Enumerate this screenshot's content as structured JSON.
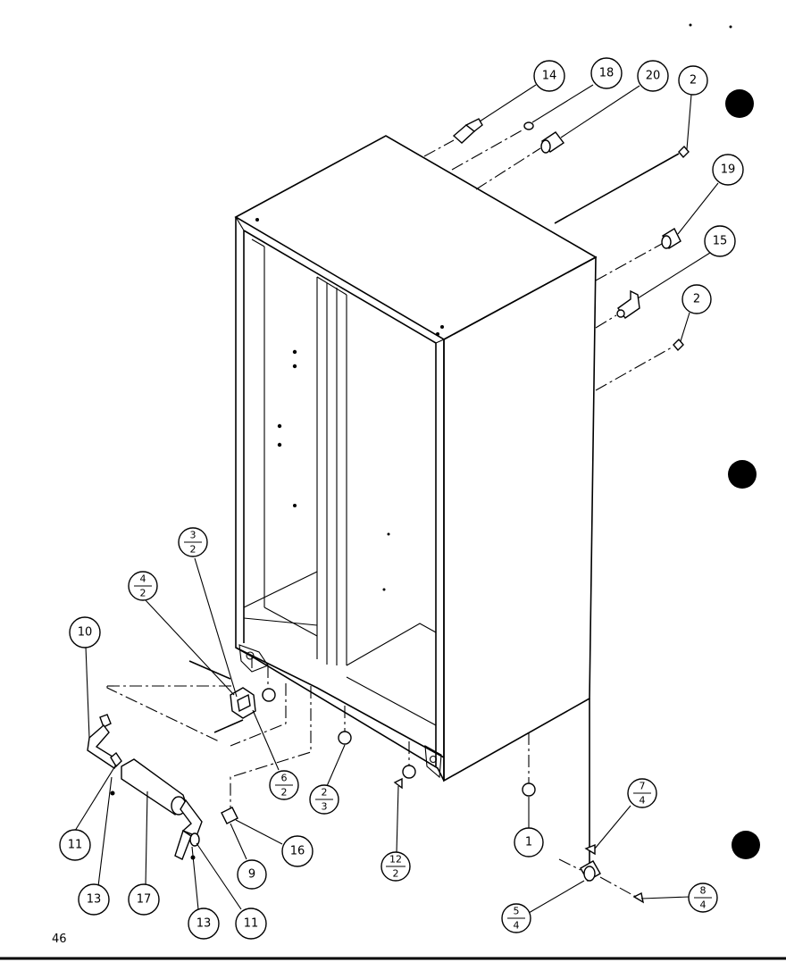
{
  "page_number": "46",
  "callouts": {
    "c14": "14",
    "c18": "18",
    "c20": "20",
    "c2a": "2",
    "c19": "19",
    "c15": "15",
    "c2b": "2",
    "c10": "10",
    "c11a": "11",
    "c13a": "13",
    "c17": "17",
    "c13b": "13",
    "c11b": "11",
    "c9": "9",
    "c16": "16",
    "c1": "1",
    "f3_2": {
      "top": "3",
      "bottom": "2"
    },
    "f4_2": {
      "top": "4",
      "bottom": "2"
    },
    "f6_2": {
      "top": "6",
      "bottom": "2"
    },
    "f2_3": {
      "top": "2",
      "bottom": "3"
    },
    "f12_2": {
      "top": "12",
      "bottom": "2"
    },
    "f7_4": {
      "top": "7",
      "bottom": "4"
    },
    "f5_4": {
      "top": "5",
      "bottom": "4"
    },
    "f8_4": {
      "top": "8",
      "bottom": "4"
    }
  }
}
